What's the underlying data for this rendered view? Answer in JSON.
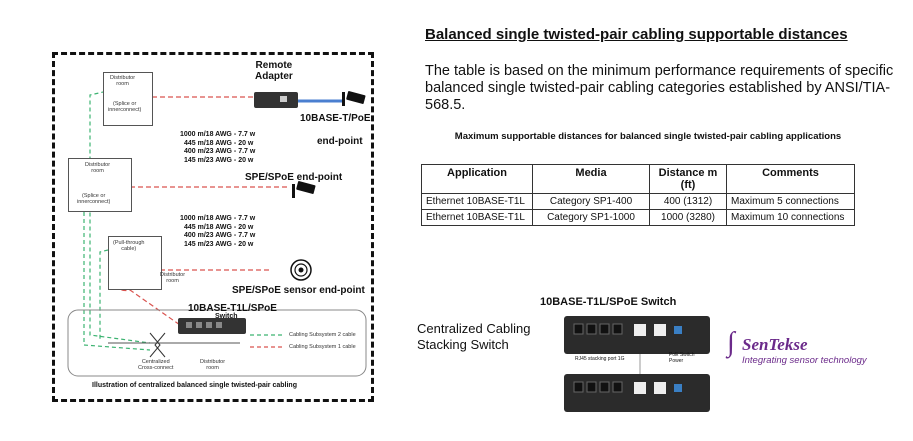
{
  "diagram": {
    "remote_adapter": "Remote\nAdapter",
    "endpoint_1": "10BASE-T/PoE",
    "endpoint_1b": "end-point",
    "room_1_title": "Distributor\nroom",
    "room_1_sub": "(Splice or\ninnerconnect)",
    "distances_1": [
      "1000  m/18 AWG - 7.7 w",
      "445 m/18 AWG - 20 w",
      "400 m/23 AWG - 7.7 w",
      "145 m/23 AWG - 20 w"
    ],
    "room_2_title": "Distributor\nroom",
    "room_2_sub": "(Splice or\ninnerconnect)",
    "endpoint_2": "SPE/SPoE end-point",
    "distances_2": [
      "1000 m/18 AWG - 7.7 w",
      "445 m/18 AWG - 20 w",
      "400 m/23 AWG - 7.7 w",
      "145 m/23 AWG - 20 w"
    ],
    "room_3_sub": "(Pull-through\ncable)",
    "room_3_title": "Distributor\nroom",
    "endpoint_3": "SPE/SPoE sensor end-point",
    "switch_label": "10BASE-T1L/SPoE",
    "switch_label_2": "Switch",
    "cable_2": "Cabling Subsystem 2 cable",
    "cable_1": "Cabling Subsystem 1 cable",
    "cross_connect": "Centralized\nCross-connect",
    "room_4_title": "Distributor\nroom",
    "caption": "Illustration of centralized balanced single twisted-pair cabling"
  },
  "right": {
    "heading": "Balanced single twisted-pair cabling supportable distances",
    "paragraph": "The table is based on the minimum performance requirements of specific balanced single  twisted-pair cabling categories established by ANSI/TIA-568.5.",
    "table_title": "Maximum supportable distances for balanced single twisted-pair cabling applications",
    "table_headers": [
      "Application",
      "Media",
      "Distance m (ft)",
      "Comments"
    ],
    "rows": [
      [
        "Ethernet 10BASE-T1L",
        "Category SP1-400",
        "400 (1312)",
        "Maximum  5 connections"
      ],
      [
        "Ethernet 10BASE-T1L",
        "Category SP1-1000",
        "1000 (3280)",
        "Maximum  10 connections"
      ]
    ],
    "switch_title": "10BASE-T1L/SPoE Switch",
    "stacking_label": "Centralized Cabling\nStacking Switch",
    "rj45_label": "RJ45 stacking port 1G",
    "poe_label": "PoE Switch\nPower"
  },
  "logo": {
    "name": "SenTekse",
    "tagline": "Integrating sensor technology"
  },
  "colors": {
    "red_dashed": "#d9534f",
    "green_dashed": "#3cb371",
    "blue_cable": "#4a7fd0",
    "logo": "#6b2a8a"
  }
}
